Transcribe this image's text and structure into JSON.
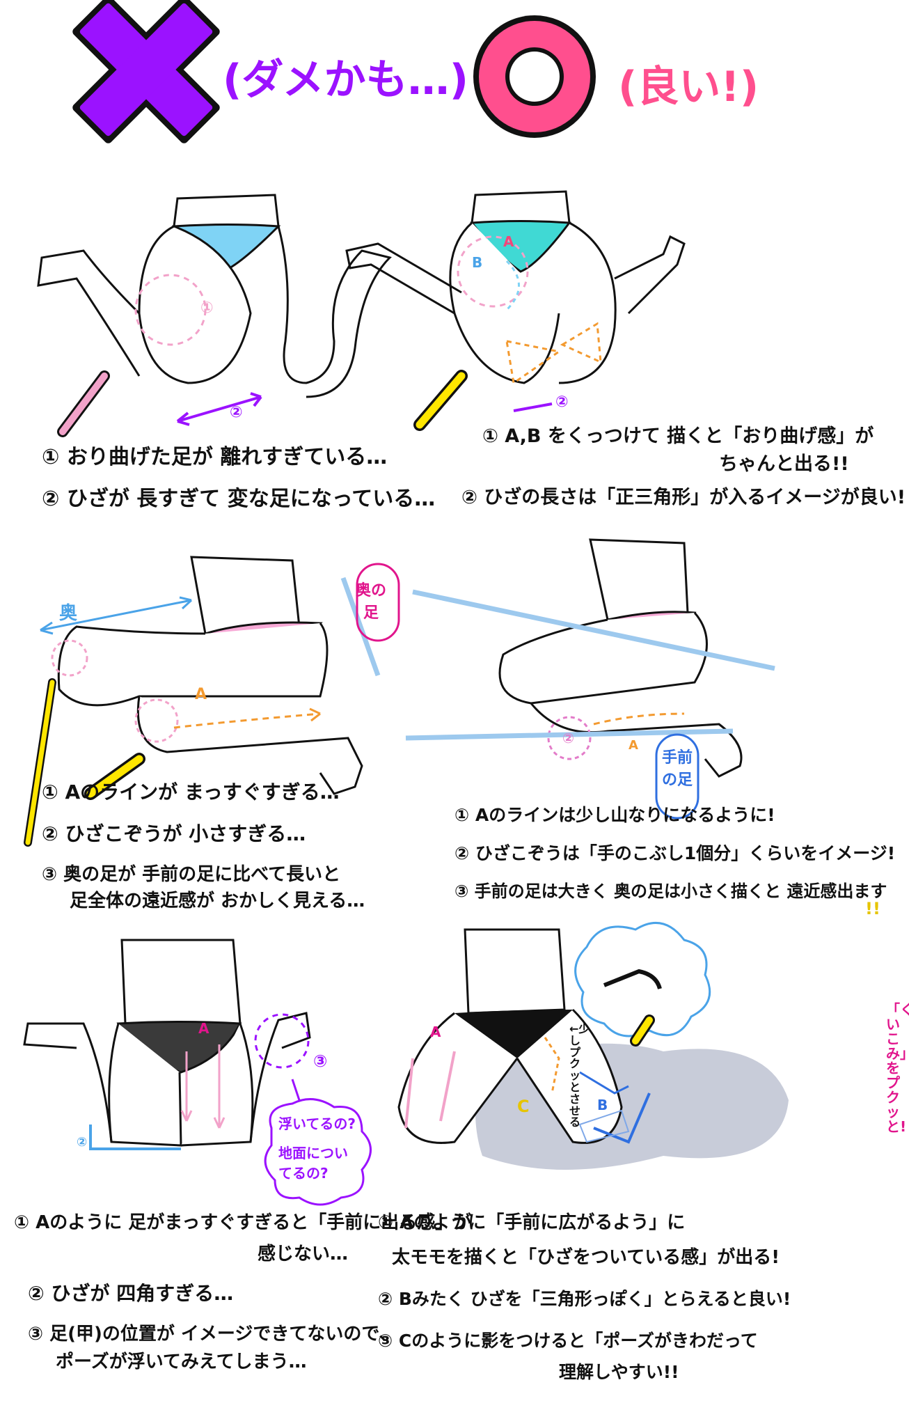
{
  "header": {
    "bad_label": "(ダメかも…)",
    "good_label": "(良い!)"
  },
  "panel1": {
    "marker1": "①",
    "marker2": "②",
    "note1": "① おり曲げた足が 離れすぎている…",
    "note2": "② ひざが 長すぎて 変な足になっている…"
  },
  "panel2": {
    "marker_a": "A",
    "marker_b": "B",
    "marker2": "②",
    "note1a": "① A,B をくっつけて 描くと「おり曲げ感」が",
    "note1b": "ちゃんと出る!!",
    "note2": "② ひざの長さは「正三角形」が入るイメージが良い!"
  },
  "panel3": {
    "back_label": "奥",
    "marker_a": "A",
    "note1": "① Aのラインが まっすぐすぎる…",
    "note2": "② ひざこぞうが 小さすぎる…",
    "note3a": "③ 奥の足が 手前の足に比べて長いと",
    "note3b": "足全体の遠近感が おかしく見える…"
  },
  "panel4": {
    "back_leg_label": "奥の足",
    "front_leg_label": "手前の足",
    "marker2": "②",
    "marker_a": "A",
    "note1": "① Aのラインは少し山なりになるように!",
    "note2": "② ひざこぞうは「手のこぶし1個分」くらいをイメージ!",
    "note3a": "③ 手前の足は大きく 奥の足は小さく描くと 遠近感出ます",
    "note3b": "!!"
  },
  "panel5": {
    "marker_a": "A",
    "marker3": "③",
    "marker2": "②",
    "float_q1": "浮いてるの?",
    "float_q2": "地面についてるの?",
    "note1a": "① Aのように 足がまっすぐすぎると「手前に出る感」が",
    "note1b": "感じない…",
    "note2": "② ひざが 四角すぎる…",
    "note3a": "③ 足(甲)の位置が イメージできてないので、",
    "note3b": "ポーズが浮いてみえてしまう…"
  },
  "panel6": {
    "marker_a": "A",
    "marker_b": "B",
    "marker_c": "C",
    "side_note": "「くいこみ」をプクッと!",
    "small_note": "←少しプクッとさせる",
    "note1a": "① Aのように「手前に広がるよう」に",
    "note1b": "太モモを描くと「ひざをついている感」が出る!",
    "note2": "② Bみたく ひざを「三角形っぽく」とらえると良い!",
    "note3a": "③ Cのように影をつけると「ポーズがきわだって",
    "note3b": "理解しやすい!!"
  },
  "colors": {
    "bad_purple": "#9b12ff",
    "good_pink": "#ff4f8e",
    "outline": "#111111",
    "skin": "#ffffff",
    "panty_blue": "#7fd3f5",
    "panty_teal": "#40d9d4",
    "panty_pink": "#f7a9d6",
    "panty_black": "#3a3a3a",
    "shadow": "#c8ccd9",
    "arrow_blue": "#4aa3e8",
    "arrow_orange": "#f39a30",
    "arrow_yellow": "#ffe600",
    "arrow_magenta": "#e1158c"
  }
}
